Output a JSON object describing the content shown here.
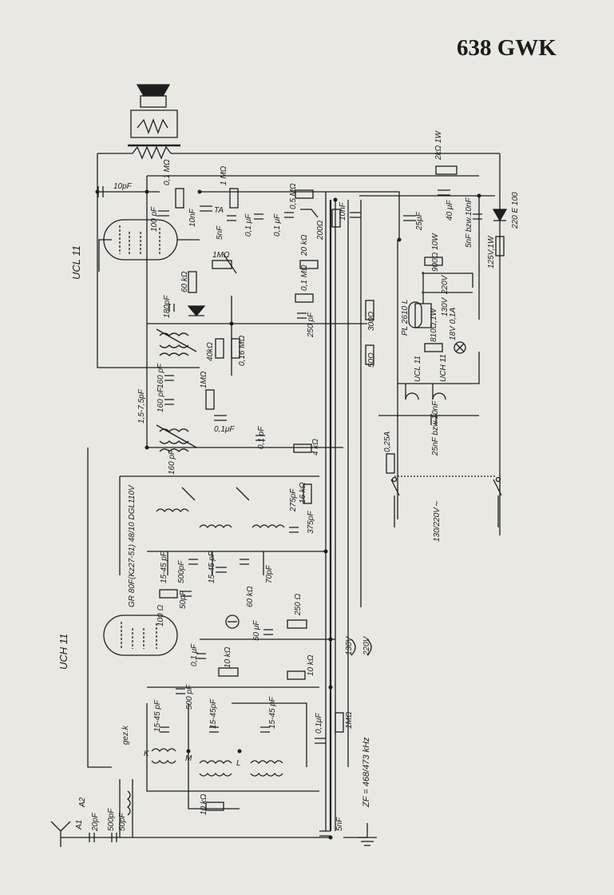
{
  "title": "638 GWK",
  "tubes": {
    "output": "UCL 11",
    "mixer": "UCH 11"
  },
  "labels": {
    "c_10pf_top": "10pF",
    "r_01m_top": "0,1 MΩ",
    "r_1m_top": "1 MΩ",
    "c_10nf_ta": "10nF",
    "ta": "TA",
    "c_5nf": "5nF",
    "c_01uf_a": "0,1 μF",
    "c_01uf_b": "0,1 μF",
    "r_05m": "0,5 MΩ",
    "c_10nf_b": "10nF",
    "r_200": "200Ω",
    "c_100pf": "100 pF",
    "r_2k": "2kΩ 1W",
    "c_25uf": "25μF",
    "c_40uf": "40 μF",
    "c_5nf_10nf": "5nF bzw.10nF",
    "rect": "220 E 100",
    "r_900": "900Ω 10W",
    "v220": "220V",
    "v130": "130V",
    "fuse_125": "125V,1W",
    "pl2610": "PL 2610 L",
    "r_810": "810Ω,1W",
    "lamp": "18V 0,1A",
    "ucl11_fil": "UCL 11",
    "uch11_fil": "UCH 11",
    "r_1m_vol": "1MΩ",
    "r_60k": "60 kΩ",
    "r_20k": "20 kΩ",
    "r_01m_mid": "0,1 MΩ",
    "c_180pf": "180pF",
    "c_250pf": "250 pF",
    "r_300": "300Ω",
    "r_40k": "40kΩ",
    "r_016m": "0,16 MΩ",
    "r_50": "50Ω",
    "c_trim": "1,5-7,5pF",
    "c_160_a": "160 pF",
    "c_160_b": "160 pF",
    "r_1m_if": "1MΩ",
    "c_01uf_if": "0,1μF",
    "c_01pf": "0,1 pF",
    "r_4k": "4 kΩ",
    "c_160_c": "160 pF",
    "fuse_025": "0,25A",
    "c_25nf": "25nF bzw.10nF",
    "mains": "130/220V∼",
    "c_275": "275pF",
    "r_16k": "16 kΩ",
    "c_375": "375pF",
    "rect_mixer": "GR 80F(Kz27-51) 48/10 DGL110V",
    "c_1545_a": "15-45 pF",
    "c_500_a": "500pF",
    "c_1545_b": "15-45 pF",
    "c_70": "70pF",
    "c_50_a": "50pF",
    "r_100": "100 Ω",
    "r_60k_b": "60 kΩ",
    "r_250": "250 Ω",
    "c_50uf": "50 μF",
    "v130_b": "130V",
    "v220_b": "220V",
    "c_01uf_m": "0,1 μF",
    "r_10k_a": "10 kΩ",
    "r_10k_b": "10 kΩ",
    "c_500_b": "500 pF",
    "c_1545_c": "15-45 pF",
    "c_1545_d": "15-45pF",
    "c_1545_e": "15-45 pF",
    "c_01uf_osc": "0,1μF",
    "r_1m_osc": "1MΩ",
    "zf": "ZF = 468/473 kHz",
    "gezk": "gez.k",
    "band_k": "K",
    "band_m": "M",
    "band_l": "L",
    "a1": "A1",
    "a2": "A2",
    "c_20pf": "20pF",
    "c_500_c": "500pF",
    "c_50_b": "50pF",
    "r_10k_c": "10 kΩ",
    "c_5nf_b": "5nF"
  }
}
